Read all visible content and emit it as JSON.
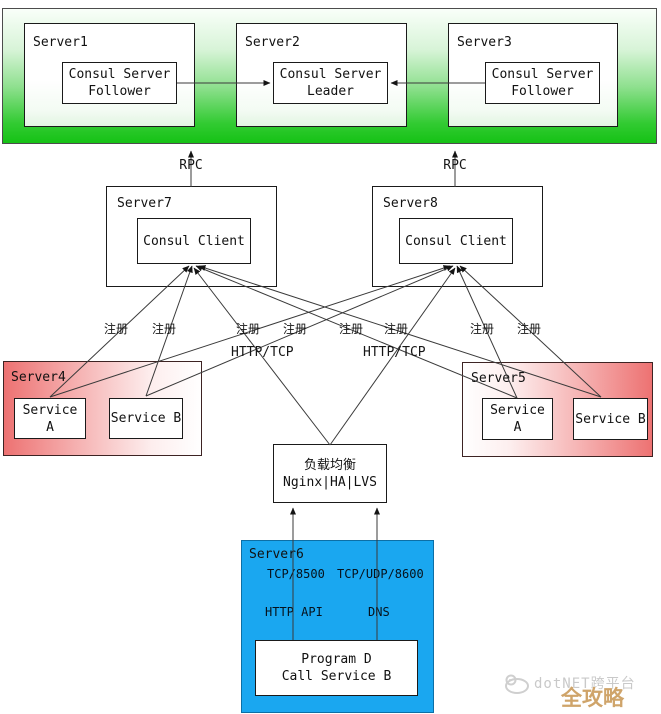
{
  "colors": {
    "cluster-green": "#15c215",
    "host-red": "#ed7272",
    "server6-blue": "#1aa7f0",
    "wm-gray": "#c9c9c9",
    "wm-tan": "#cfa46a"
  },
  "cluster": {
    "servers": [
      {
        "label": "Server1",
        "node_line1": "Consul Server",
        "node_line2": "Follower"
      },
      {
        "label": "Server2",
        "node_line1": "Consul Server",
        "node_line2": "Leader"
      },
      {
        "label": "Server3",
        "node_line1": "Consul Server",
        "node_line2": "Follower"
      }
    ]
  },
  "clients": [
    {
      "label": "Server7",
      "node": "Consul Client"
    },
    {
      "label": "Server8",
      "node": "Consul Client"
    }
  ],
  "labels": {
    "rpc": "RPC",
    "register": "注册",
    "http_tcp": "HTTP/TCP"
  },
  "hosts": [
    {
      "label": "Server4",
      "service_a": "Service A",
      "service_b": "Service B"
    },
    {
      "label": "Server5",
      "service_a": "Service A",
      "service_b": "Service B"
    }
  ],
  "load_balancer": {
    "line1": "负载均衡",
    "line2": "Nginx|HA|LVS"
  },
  "server6": {
    "label": "Server6",
    "port_http": "TCP/8500",
    "port_dns": "TCP/UDP/8600",
    "api_http": "HTTP API",
    "api_dns": "DNS",
    "program_line1": "Program D",
    "program_line2": "Call Service B"
  },
  "watermark": {
    "brand": "dotNET跨平台",
    "badge": "全攻略"
  }
}
